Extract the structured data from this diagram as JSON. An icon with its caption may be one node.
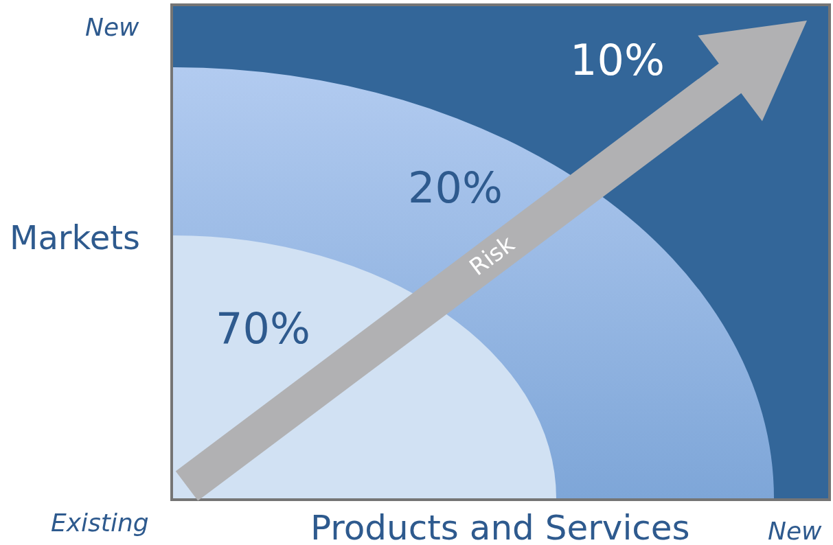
{
  "diagram": {
    "nodes": [
      {
        "text": [
          "10%"
        ]
      },
      {
        "text": [
          "20%"
        ],
        "in": 0
      },
      {
        "text": [
          "70%"
        ],
        "in": 1
      }
    ],
    "labels": [
      "New",
      "Markets",
      "Risk",
      "Existing",
      "Products and Services",
      "New"
    ]
  }
}
